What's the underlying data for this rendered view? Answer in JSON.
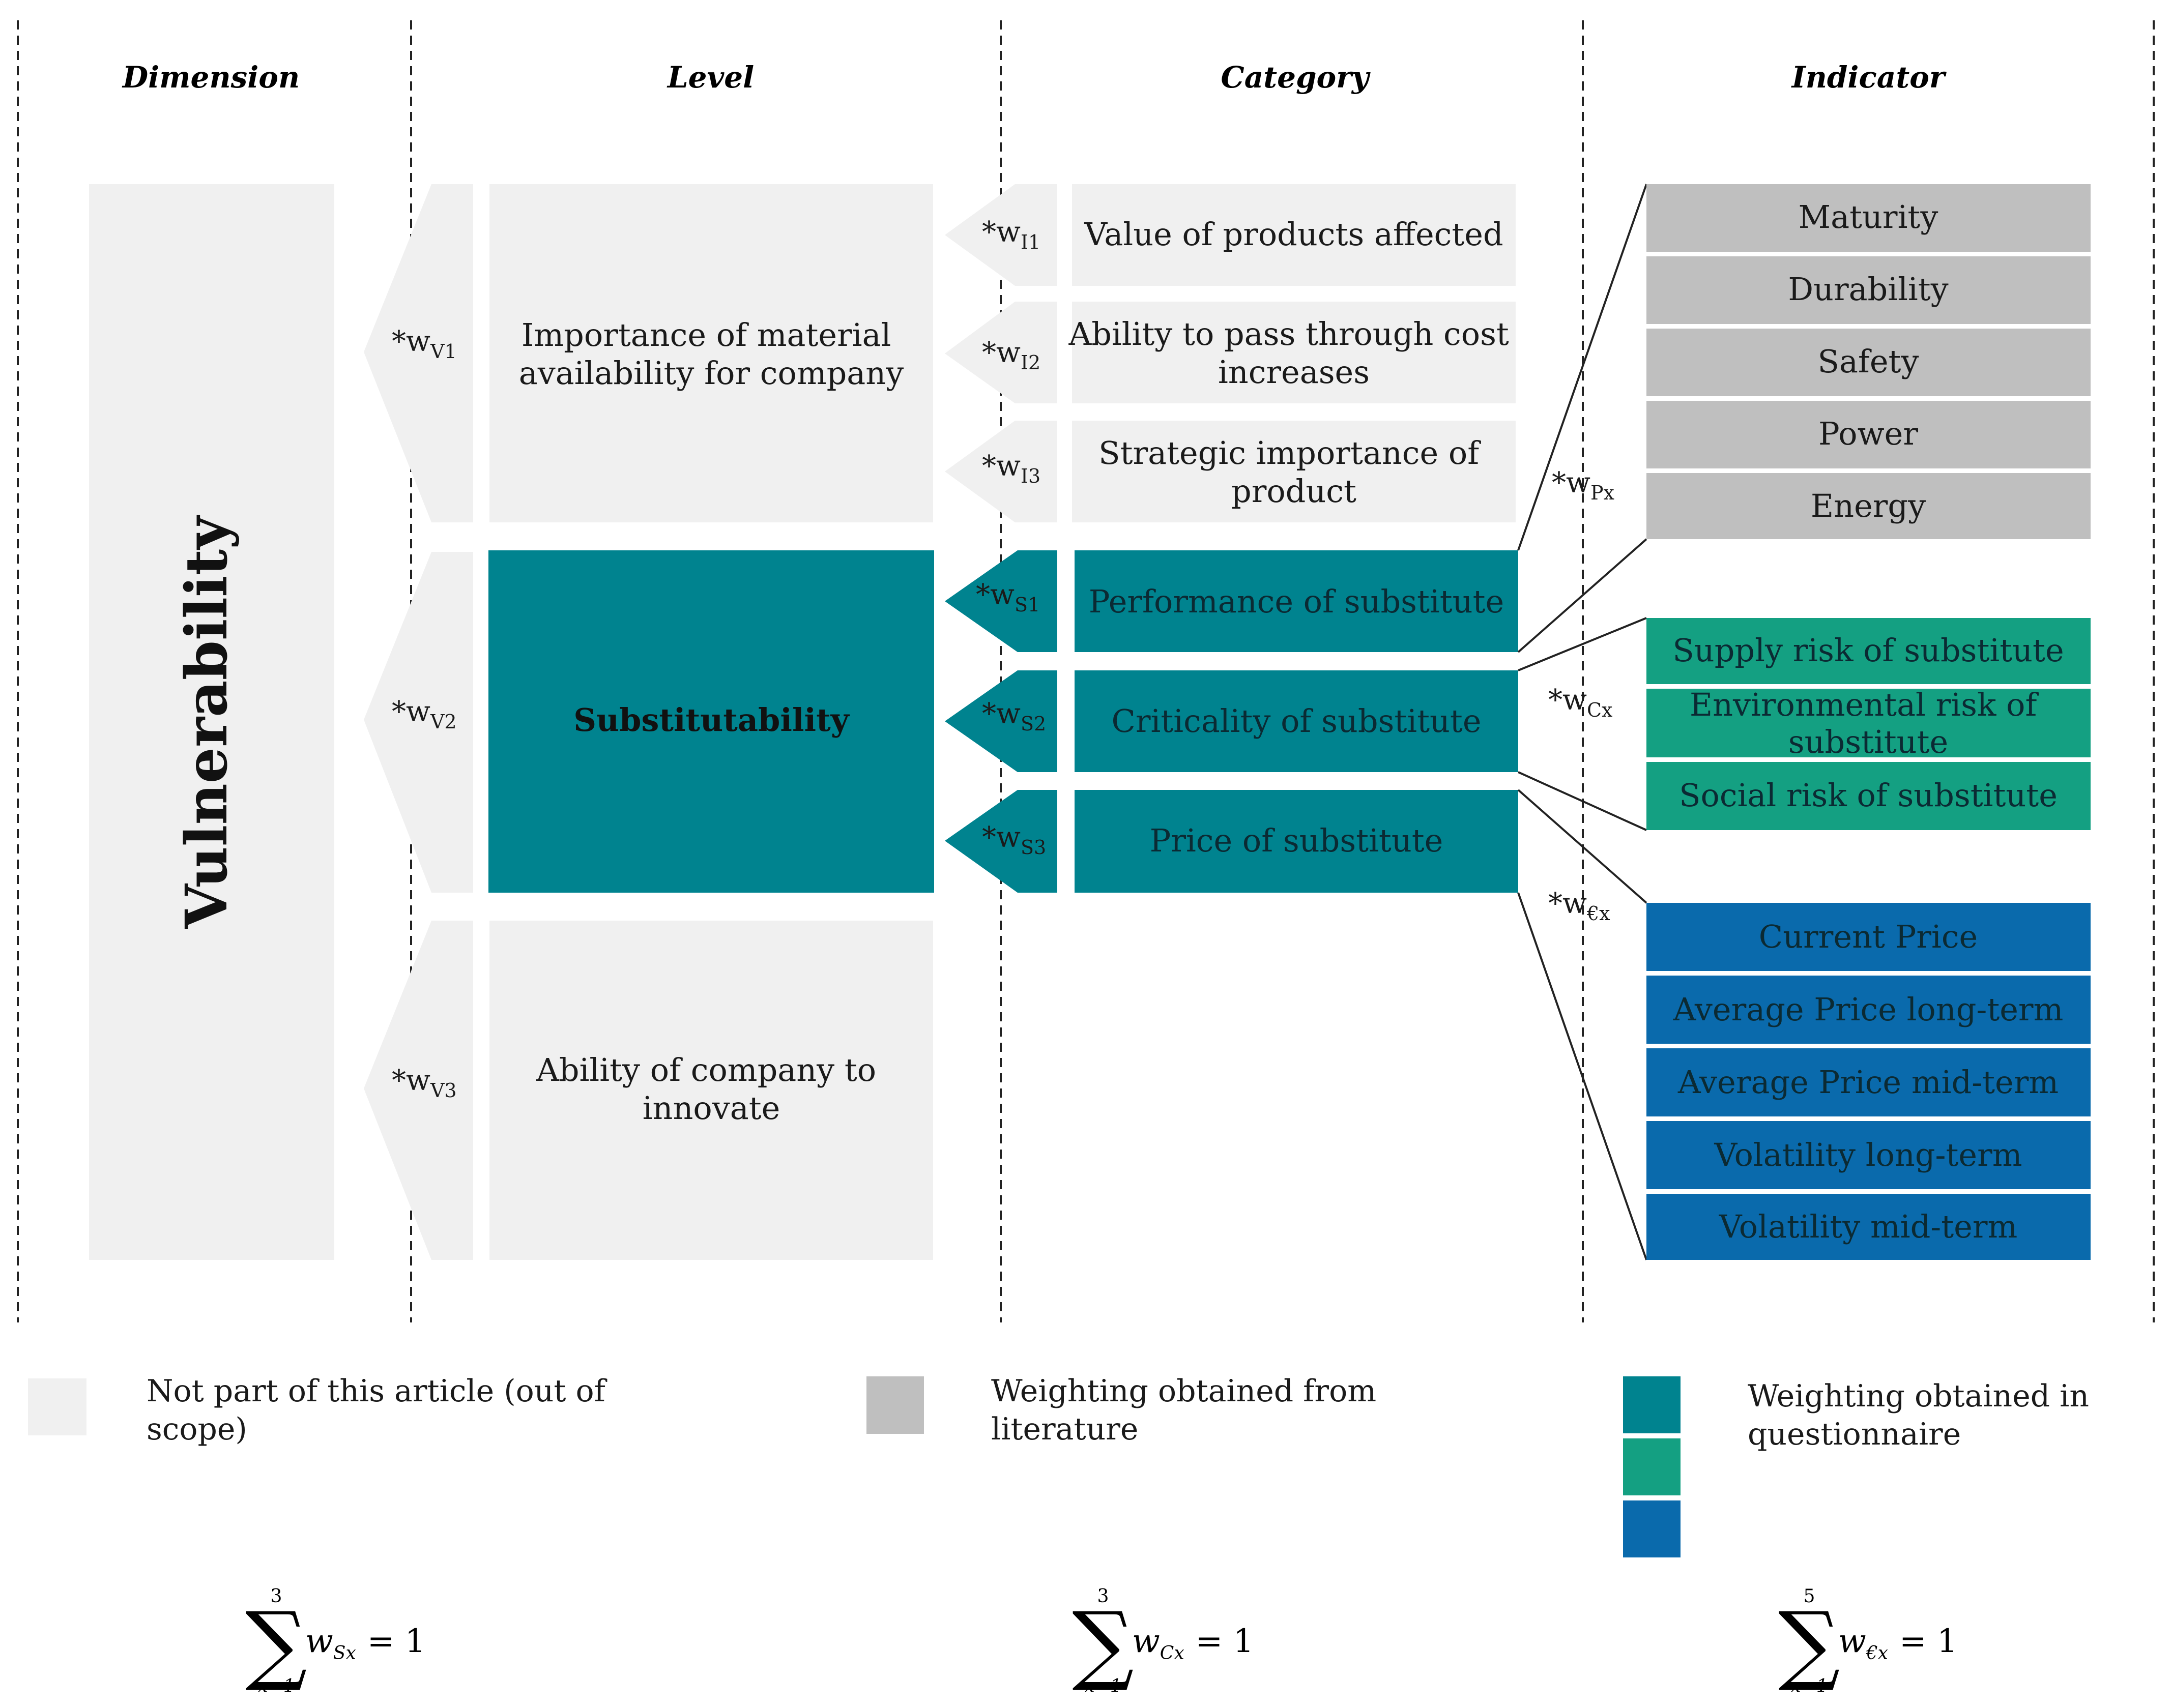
{
  "colors": {
    "out_of_scope": "#f0f0f0",
    "literature": "#bfbfbf",
    "questionnaire_teal": "#00838f",
    "questionnaire_green": "#14a082",
    "questionnaire_blue": "#0a6aac"
  },
  "headers": {
    "dimension": "Dimension",
    "level": "Level",
    "category": "Category",
    "indicator": "Indicator"
  },
  "dimension": {
    "label": "Vulnerability"
  },
  "level_weights": [
    {
      "w": "*w",
      "sub": "V1"
    },
    {
      "w": "*w",
      "sub": "V2"
    },
    {
      "w": "*w",
      "sub": "V3"
    }
  ],
  "levels": [
    {
      "line1": "Importance of material",
      "line2": "availability for company"
    },
    {
      "line1": "Substitutability",
      "line2": ""
    },
    {
      "line1": "Ability of company to",
      "line2": "innovate"
    }
  ],
  "category_weights": [
    {
      "w": "*w",
      "sub": "I1"
    },
    {
      "w": "*w",
      "sub": "I2"
    },
    {
      "w": "*w",
      "sub": "I3"
    },
    {
      "w": "*w",
      "sub": "S1"
    },
    {
      "w": "*w",
      "sub": "S2"
    },
    {
      "w": "*w",
      "sub": "S3"
    }
  ],
  "categories": [
    {
      "line1": "Value of products affected",
      "line2": ""
    },
    {
      "line1": "Ability to pass through cost",
      "line2": "increases"
    },
    {
      "line1": "Strategic importance of",
      "line2": "product"
    },
    {
      "line1": "Performance of substitute",
      "line2": ""
    },
    {
      "line1": "Criticality  of substitute",
      "line2": ""
    },
    {
      "line1": "Price of substitute",
      "line2": ""
    }
  ],
  "indicator_weights": [
    {
      "w": "*w",
      "sub": "Px"
    },
    {
      "w": "*w",
      "sub": "Cx"
    },
    {
      "w": "*w",
      "sub": "€x"
    }
  ],
  "indicators": {
    "performance": [
      "Maturity",
      "Durability",
      "Safety",
      "Power",
      "Energy"
    ],
    "criticality": [
      {
        "line1": "Supply  risk of substitute",
        "line2": ""
      },
      {
        "line1": "Environmental  risk of",
        "line2": "substitute"
      },
      {
        "line1": "Social  risk of substitute",
        "line2": ""
      }
    ],
    "price": [
      "Current Price",
      "Average Price long-term",
      "Average Price mid-term",
      "Volatility  long-term",
      "Volatility  mid-term"
    ]
  },
  "legend": [
    {
      "line1": "Not part of this article (out of",
      "line2": "scope)"
    },
    {
      "line1": "Weighting obtained from",
      "line2": "literature"
    },
    {
      "line1": "Weighting obtained in",
      "line2": "questionnaire"
    }
  ],
  "formulas": [
    {
      "upper": "3",
      "lower": "x=1",
      "w": "w",
      "sub": "Sx",
      "rhs": "= 1"
    },
    {
      "upper": "3",
      "lower": "x=1",
      "w": "w",
      "sub": "Cx",
      "rhs": "= 1"
    },
    {
      "upper": "5",
      "lower": "x=1",
      "w": "w",
      "sub": "€x",
      "rhs": "= 1"
    }
  ]
}
